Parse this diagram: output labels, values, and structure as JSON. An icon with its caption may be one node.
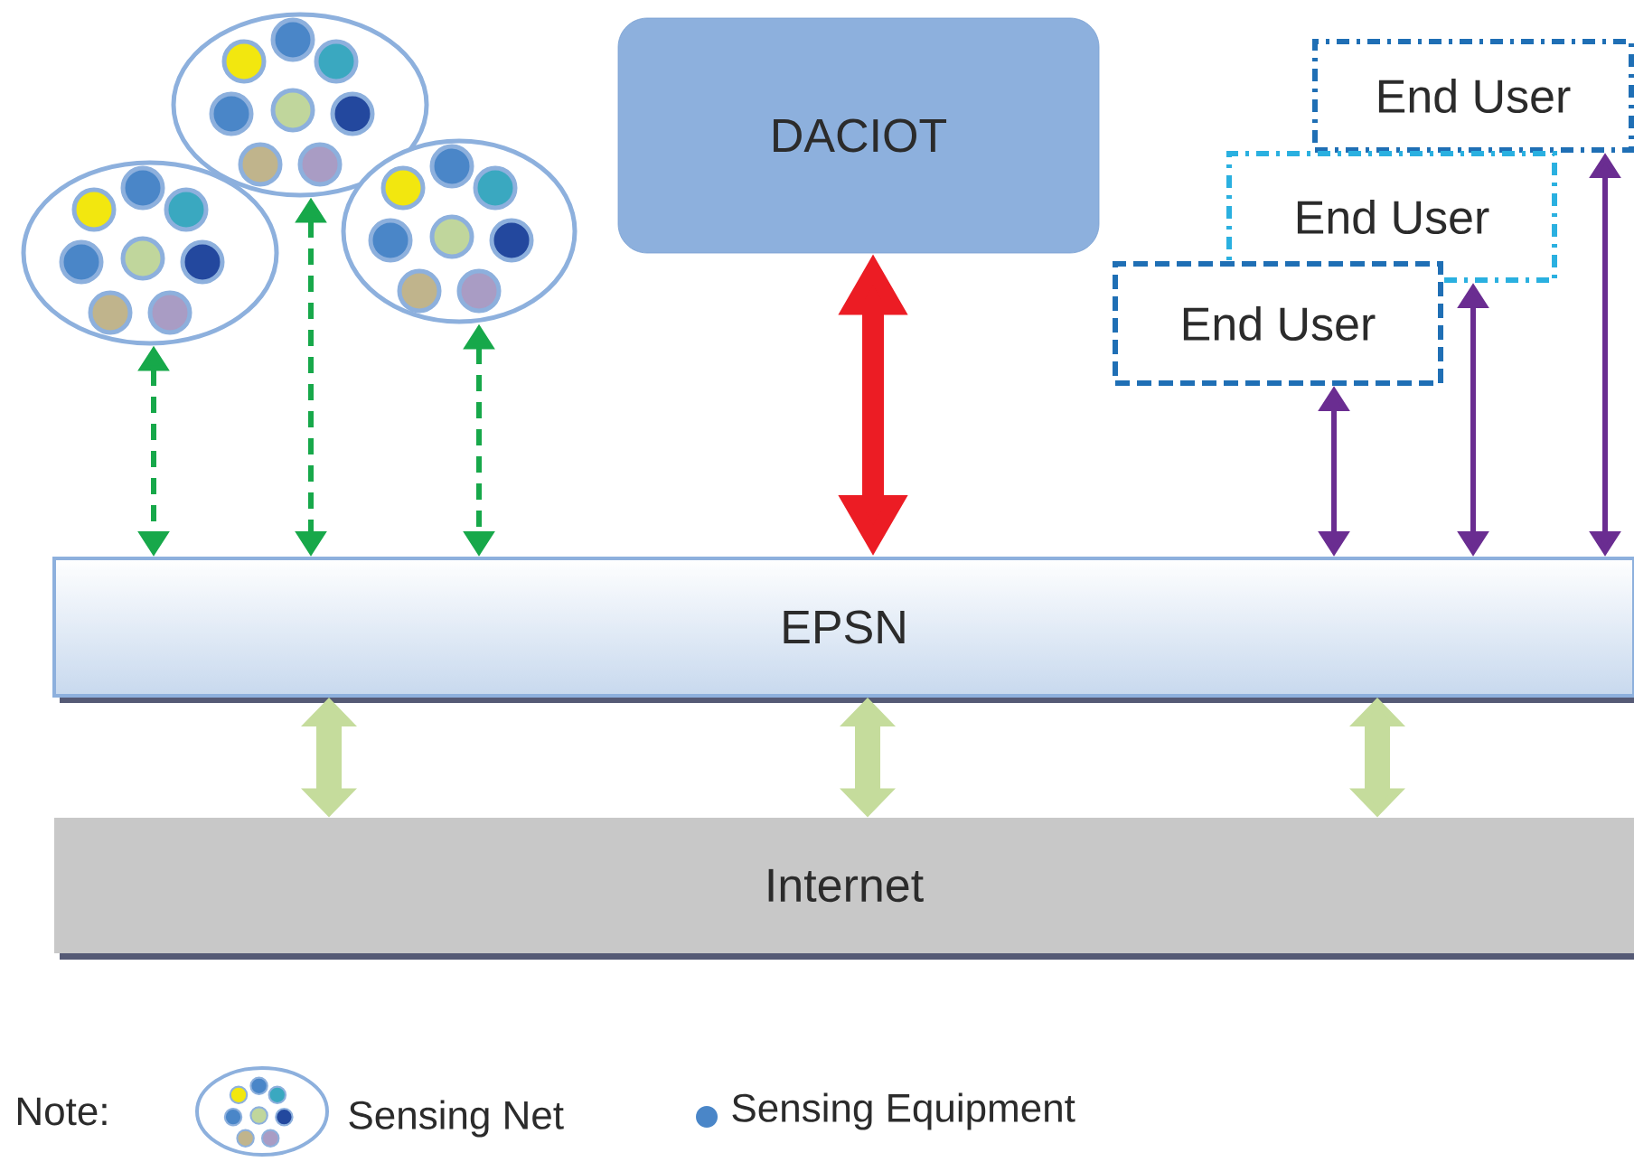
{
  "diagram": {
    "nodes": [
      {
        "text": [],
        "shape": "ellipse"
      },
      {
        "text": [],
        "shape": "ellipse"
      },
      {
        "text": [],
        "shape": "ellipse"
      },
      {
        "text": [
          "DACIOT"
        ]
      },
      {
        "text": [
          "End User"
        ]
      },
      {
        "text": [
          "End User"
        ]
      },
      {
        "text": [
          "End User"
        ]
      },
      {
        "text": [
          "EPSN"
        ]
      },
      {
        "text": [
          "Internet"
        ]
      }
    ],
    "edges": [
      {
        "from": 0,
        "to": 7,
        "arrow": "both",
        "style": "dashed",
        "color": "#17a84a"
      },
      {
        "from": 1,
        "to": 7,
        "arrow": "both",
        "style": "dashed",
        "color": "#17a84a"
      },
      {
        "from": 2,
        "to": 7,
        "arrow": "both",
        "style": "dashed",
        "color": "#17a84a"
      },
      {
        "from": 3,
        "to": 7,
        "arrow": "both",
        "style": "thick",
        "color": "#ec1c24"
      },
      {
        "from": 6,
        "to": 7,
        "arrow": "both",
        "color": "#6a2d91"
      },
      {
        "from": 5,
        "to": 7,
        "arrow": "both",
        "color": "#6a2d91"
      },
      {
        "from": 4,
        "to": 7,
        "arrow": "both",
        "color": "#6a2d91"
      },
      {
        "from": 7,
        "to": 8,
        "arrow": "both",
        "style": "thick",
        "color": "#c5dc9c"
      },
      {
        "from": 7,
        "to": 8,
        "arrow": "both",
        "style": "thick",
        "color": "#c5dc9c"
      },
      {
        "from": 7,
        "to": 8,
        "arrow": "both",
        "style": "thick",
        "color": "#c5dc9c"
      }
    ],
    "labels": [
      "Note:"
    ],
    "legend": [
      {
        "text": "Sensing Net"
      },
      {
        "text": "Sensing Equipment"
      }
    ]
  }
}
